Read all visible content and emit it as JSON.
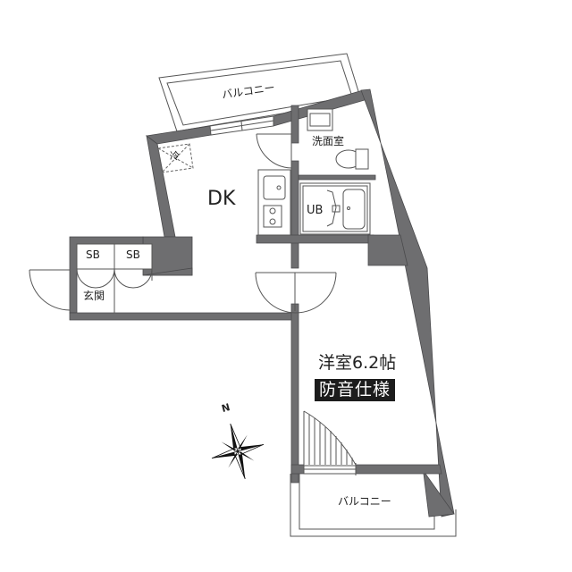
{
  "floor_plan": {
    "rooms": {
      "balcony_north": {
        "label": "バルコニー"
      },
      "balcony_south": {
        "label": "バルコニー"
      },
      "dk": {
        "label": "DK"
      },
      "washroom": {
        "label": "洗面室"
      },
      "unit_bath": {
        "label": "UB"
      },
      "entrance": {
        "label": "玄関"
      },
      "shoe_box_1": {
        "label": "SB"
      },
      "shoe_box_2": {
        "label": "SB"
      },
      "western_room": {
        "label": "洋室6.2帖",
        "feature_badge": "防音仕様"
      }
    },
    "fixtures": {
      "refrigerator_space": {
        "label": "冷"
      }
    },
    "compass": {
      "north_label": "N"
    },
    "colors": {
      "wall": "#6e6e70",
      "badge_bg": "#1c1c1c",
      "line": "#555555"
    }
  }
}
